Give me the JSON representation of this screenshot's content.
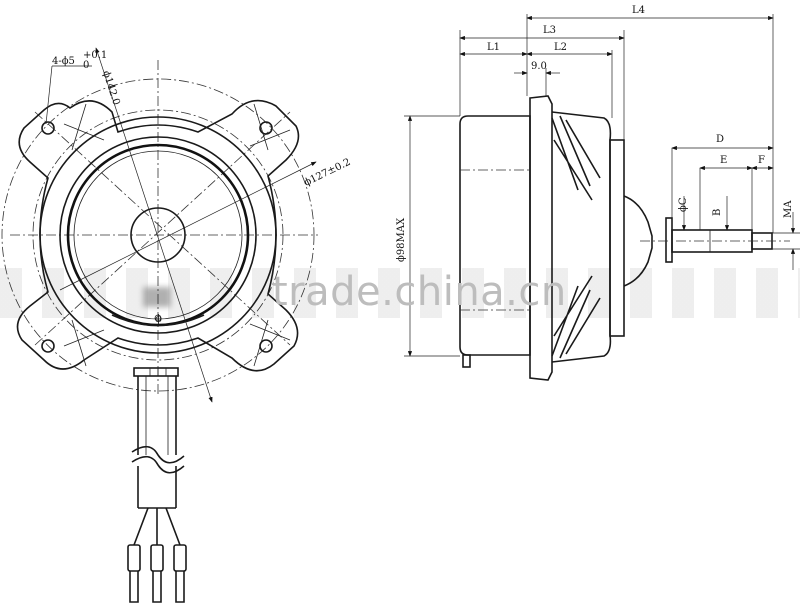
{
  "front_view": {
    "pcd_label": "ϕ142.0",
    "hole_label": "4-ϕ5",
    "hole_tol_upper": "+0.1",
    "hole_tol_lower": "0",
    "pilot_label": "ϕ127±0.2",
    "mark": "ϕ"
  },
  "side_view": {
    "dims": {
      "l1": "L1",
      "l2": "L2",
      "l3": "L3",
      "l4": "L4",
      "nine": "9.0",
      "body_dia": "ϕ98MAX",
      "d": "D",
      "e": "E",
      "f": "F",
      "c": "ϕC",
      "b": "B",
      "ma": "MA"
    }
  },
  "watermark": {
    "text": "trade.china.cn"
  }
}
